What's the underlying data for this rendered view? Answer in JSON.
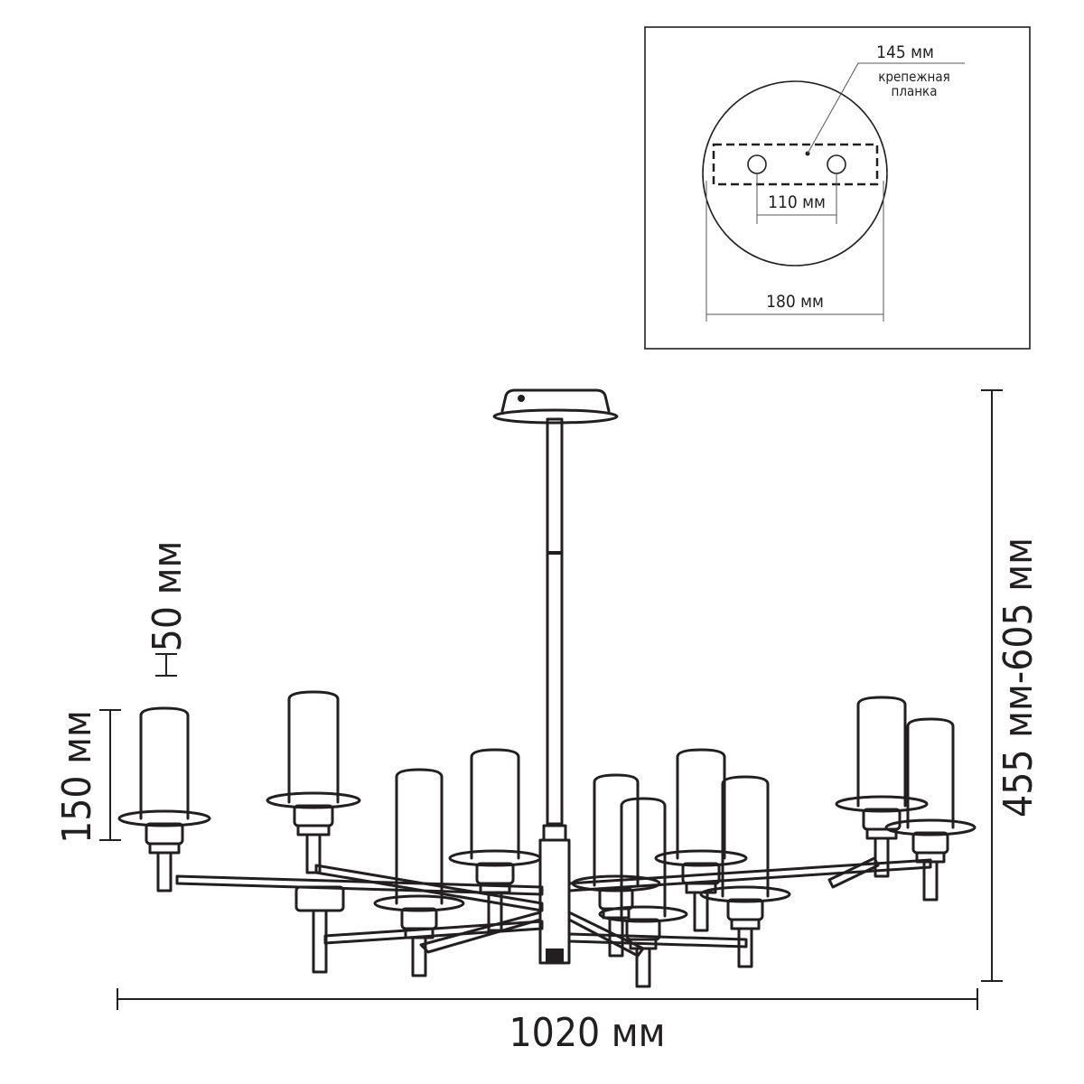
{
  "dimensions": {
    "plate_hole_spacing": "145 мм",
    "mounting_bar_label_line1": "крепежная",
    "mounting_bar_label_line2": "планка",
    "mount_hole_distance": "110 мм",
    "canopy_diameter": "180 мм",
    "shade_gap": "50 мм",
    "shade_height": "150 мм",
    "total_height": "455 мм-605 мм",
    "total_width": "1020 мм"
  },
  "colors": {
    "line": "#231f20",
    "background": "#ffffff"
  }
}
